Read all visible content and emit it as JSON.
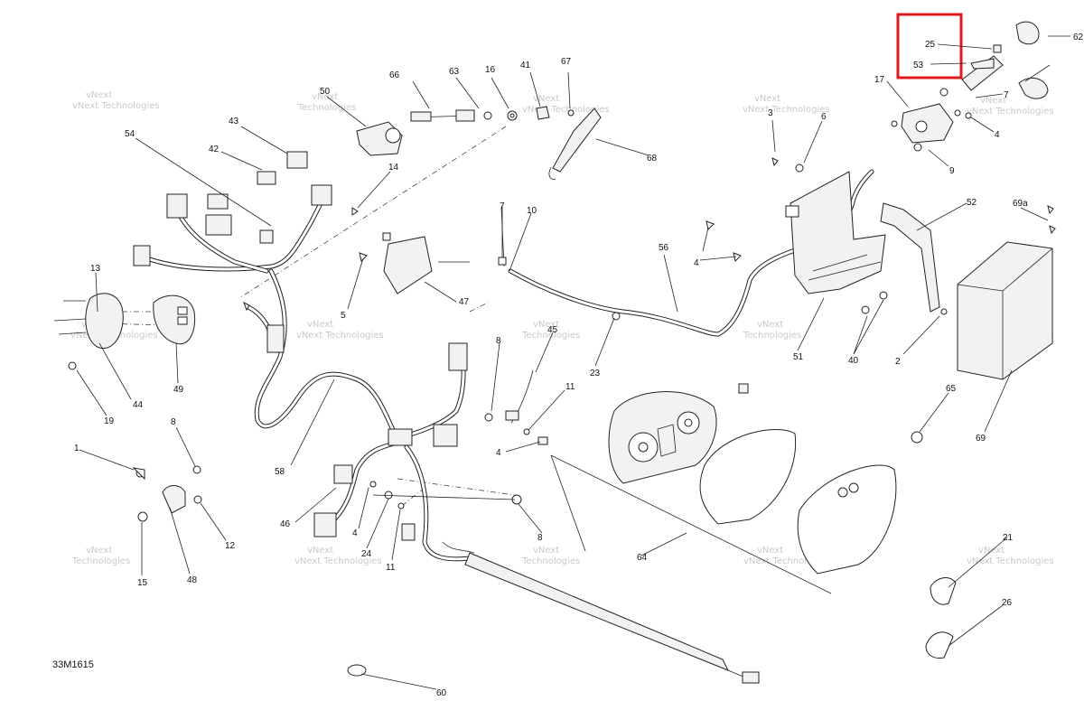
{
  "diagram": {
    "code": "33M1615",
    "watermark": "vNext Technologies",
    "watermark_lines": [
      "vNext",
      "Technologies"
    ],
    "highlight_color": "#e0191c",
    "callouts": [
      {
        "id": "c1",
        "text": "1"
      },
      {
        "id": "c2",
        "text": "2"
      },
      {
        "id": "c3",
        "text": "3"
      },
      {
        "id": "c4a",
        "text": "4"
      },
      {
        "id": "c4b",
        "text": "4"
      },
      {
        "id": "c4c",
        "text": "4"
      },
      {
        "id": "c4d",
        "text": "4"
      },
      {
        "id": "c5",
        "text": "5"
      },
      {
        "id": "c6",
        "text": "6"
      },
      {
        "id": "c7a",
        "text": "7"
      },
      {
        "id": "c7b",
        "text": "7"
      },
      {
        "id": "c8a",
        "text": "8"
      },
      {
        "id": "c8b",
        "text": "8"
      },
      {
        "id": "c8c",
        "text": "8"
      },
      {
        "id": "c9",
        "text": "9"
      },
      {
        "id": "c10",
        "text": "10"
      },
      {
        "id": "c11a",
        "text": "11"
      },
      {
        "id": "c11b",
        "text": "11"
      },
      {
        "id": "c12",
        "text": "12"
      },
      {
        "id": "c13",
        "text": "13"
      },
      {
        "id": "c14",
        "text": "14"
      },
      {
        "id": "c15",
        "text": "15"
      },
      {
        "id": "c16",
        "text": "16"
      },
      {
        "id": "c17",
        "text": "17"
      },
      {
        "id": "c19",
        "text": "19"
      },
      {
        "id": "c21",
        "text": "21"
      },
      {
        "id": "c23",
        "text": "23"
      },
      {
        "id": "c24",
        "text": "24"
      },
      {
        "id": "c25",
        "text": "25"
      },
      {
        "id": "c26",
        "text": "26"
      },
      {
        "id": "c40",
        "text": "40"
      },
      {
        "id": "c41",
        "text": "41"
      },
      {
        "id": "c42",
        "text": "42"
      },
      {
        "id": "c43",
        "text": "43"
      },
      {
        "id": "c44",
        "text": "44"
      },
      {
        "id": "c45",
        "text": "45"
      },
      {
        "id": "c46",
        "text": "46"
      },
      {
        "id": "c47",
        "text": "47"
      },
      {
        "id": "c48",
        "text": "48"
      },
      {
        "id": "c49",
        "text": "49"
      },
      {
        "id": "c50",
        "text": "50"
      },
      {
        "id": "c51",
        "text": "51"
      },
      {
        "id": "c52",
        "text": "52"
      },
      {
        "id": "c53",
        "text": "53"
      },
      {
        "id": "c54",
        "text": "54"
      },
      {
        "id": "c56",
        "text": "56"
      },
      {
        "id": "c58",
        "text": "58"
      },
      {
        "id": "c60",
        "text": "60"
      },
      {
        "id": "c62",
        "text": "62"
      },
      {
        "id": "c63",
        "text": "63"
      },
      {
        "id": "c64",
        "text": "64"
      },
      {
        "id": "c65",
        "text": "65"
      },
      {
        "id": "c66",
        "text": "66"
      },
      {
        "id": "c67",
        "text": "67"
      },
      {
        "id": "c68",
        "text": "68"
      },
      {
        "id": "c69",
        "text": "69"
      },
      {
        "id": "c69a",
        "text": "69a"
      }
    ]
  }
}
